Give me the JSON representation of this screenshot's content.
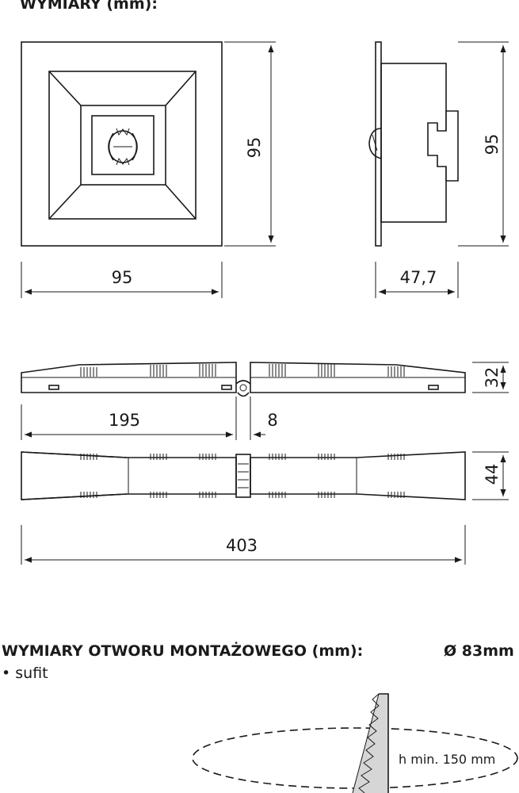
{
  "headings": {
    "dimensions": "WYMIARY (mm):",
    "mounting_hole": "WYMIARY OTWORU MONTAŻOWEGO (mm):",
    "diameter": "Ø 83mm",
    "ceiling": "• sufit"
  },
  "dimensions": {
    "front_height": "95",
    "front_width": "95",
    "side_height": "95",
    "side_depth": "47,7",
    "top_height": "32",
    "segment_length": "195",
    "gap": "8",
    "bottom_height": "44",
    "total_length": "403",
    "min_height": "h min. 150 mm"
  }
}
